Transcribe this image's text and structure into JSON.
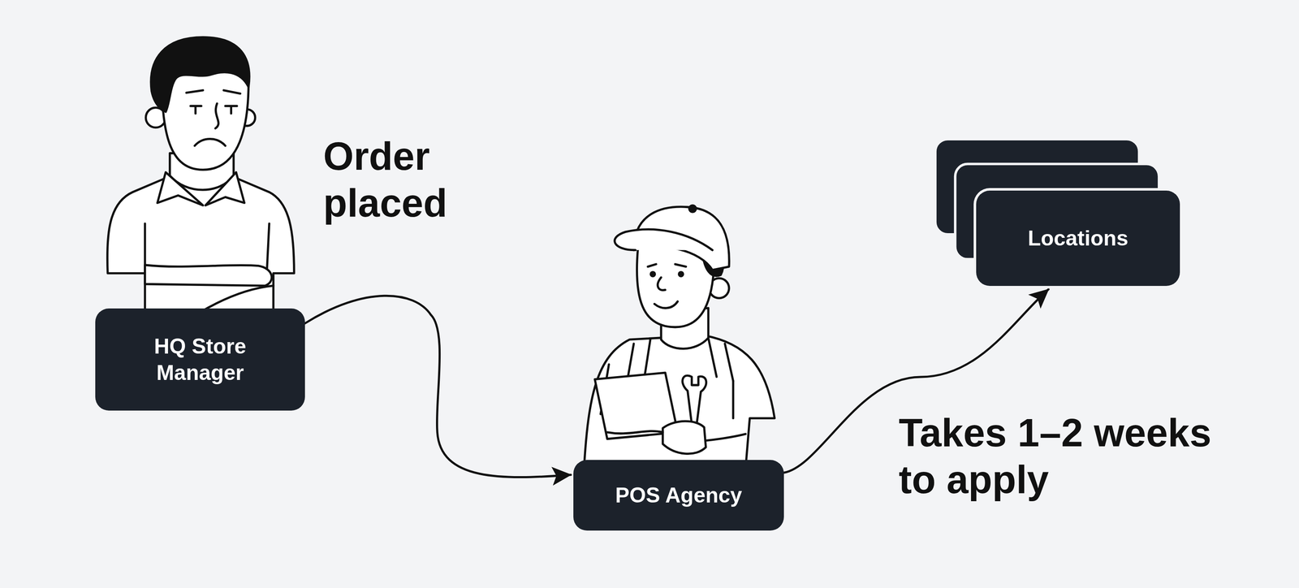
{
  "diagram": {
    "nodes": [
      {
        "text": [
          "HQ Store Manager"
        ]
      },
      {
        "text": [
          "POS Agency"
        ]
      },
      {
        "text": [
          "Locations"
        ]
      }
    ],
    "edges": [
      {
        "from": 0,
        "to": 1,
        "label": "Order placed",
        "arrow": "to"
      },
      {
        "from": 1,
        "to": 2,
        "label": "Takes 1–2 weeks to apply",
        "arrow": "to"
      }
    ]
  }
}
